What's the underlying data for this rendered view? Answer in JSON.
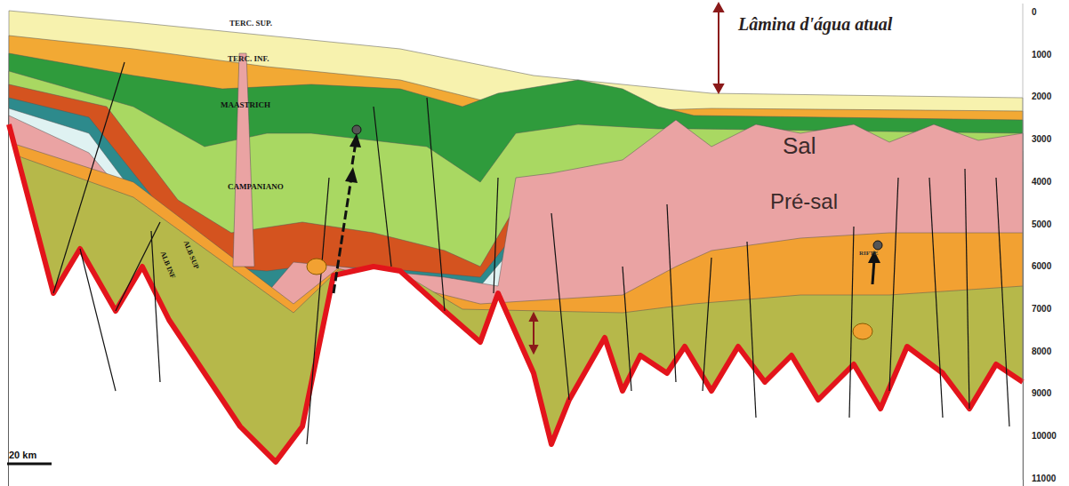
{
  "diagram": {
    "labels": [
      "Lâmina d'água atual",
      "TERC. SUP.",
      "TERC. INF.",
      "MAASTRICH",
      "CAMPANIANO",
      "ALB SUP",
      "ALB INF",
      "Sal",
      "Pré-sal",
      "RIFTE",
      "20 km",
      "0",
      "1000",
      "2000",
      "3000",
      "4000",
      "5000",
      "6000",
      "7000",
      "8000",
      "9000",
      "10000",
      "11000"
    ]
  }
}
